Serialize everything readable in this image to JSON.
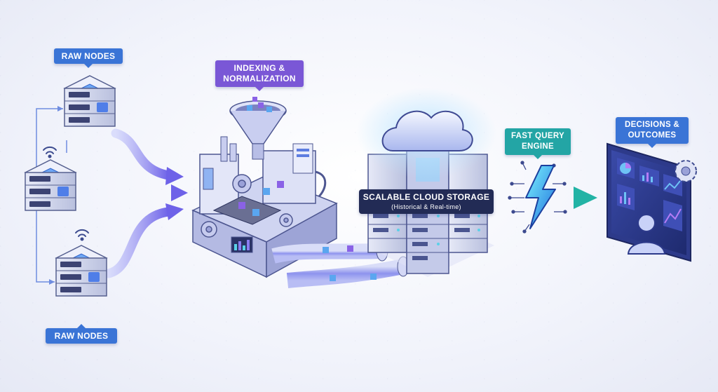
{
  "labels": {
    "raw_nodes_top": "RAW NODES",
    "raw_nodes_bottom": "RAW NODES",
    "indexing": [
      "INDEXING &",
      "NORMALIZATION"
    ],
    "storage_title": "SCALABLE CLOUD STORAGE",
    "storage_subtitle": "(Historical & Real-time)",
    "query": [
      "FAST QUERY",
      "ENGINE"
    ],
    "decisions": [
      "DECISIONS &",
      "OUTCOMES"
    ]
  },
  "colors": {
    "raw_nodes_tag": "#3a74d6",
    "indexing_tag": "#7a57d6",
    "query_tag": "#23a5a5",
    "storage_tag": "#222b55",
    "flow_arrow": "#7f86f0",
    "query_arrow": "#2fbfae"
  },
  "icons": [
    "server-icon",
    "wifi-icon",
    "funnel-icon",
    "gear-icon",
    "cloud-icon",
    "lightning-icon",
    "dashboard-icon",
    "user-icon"
  ]
}
